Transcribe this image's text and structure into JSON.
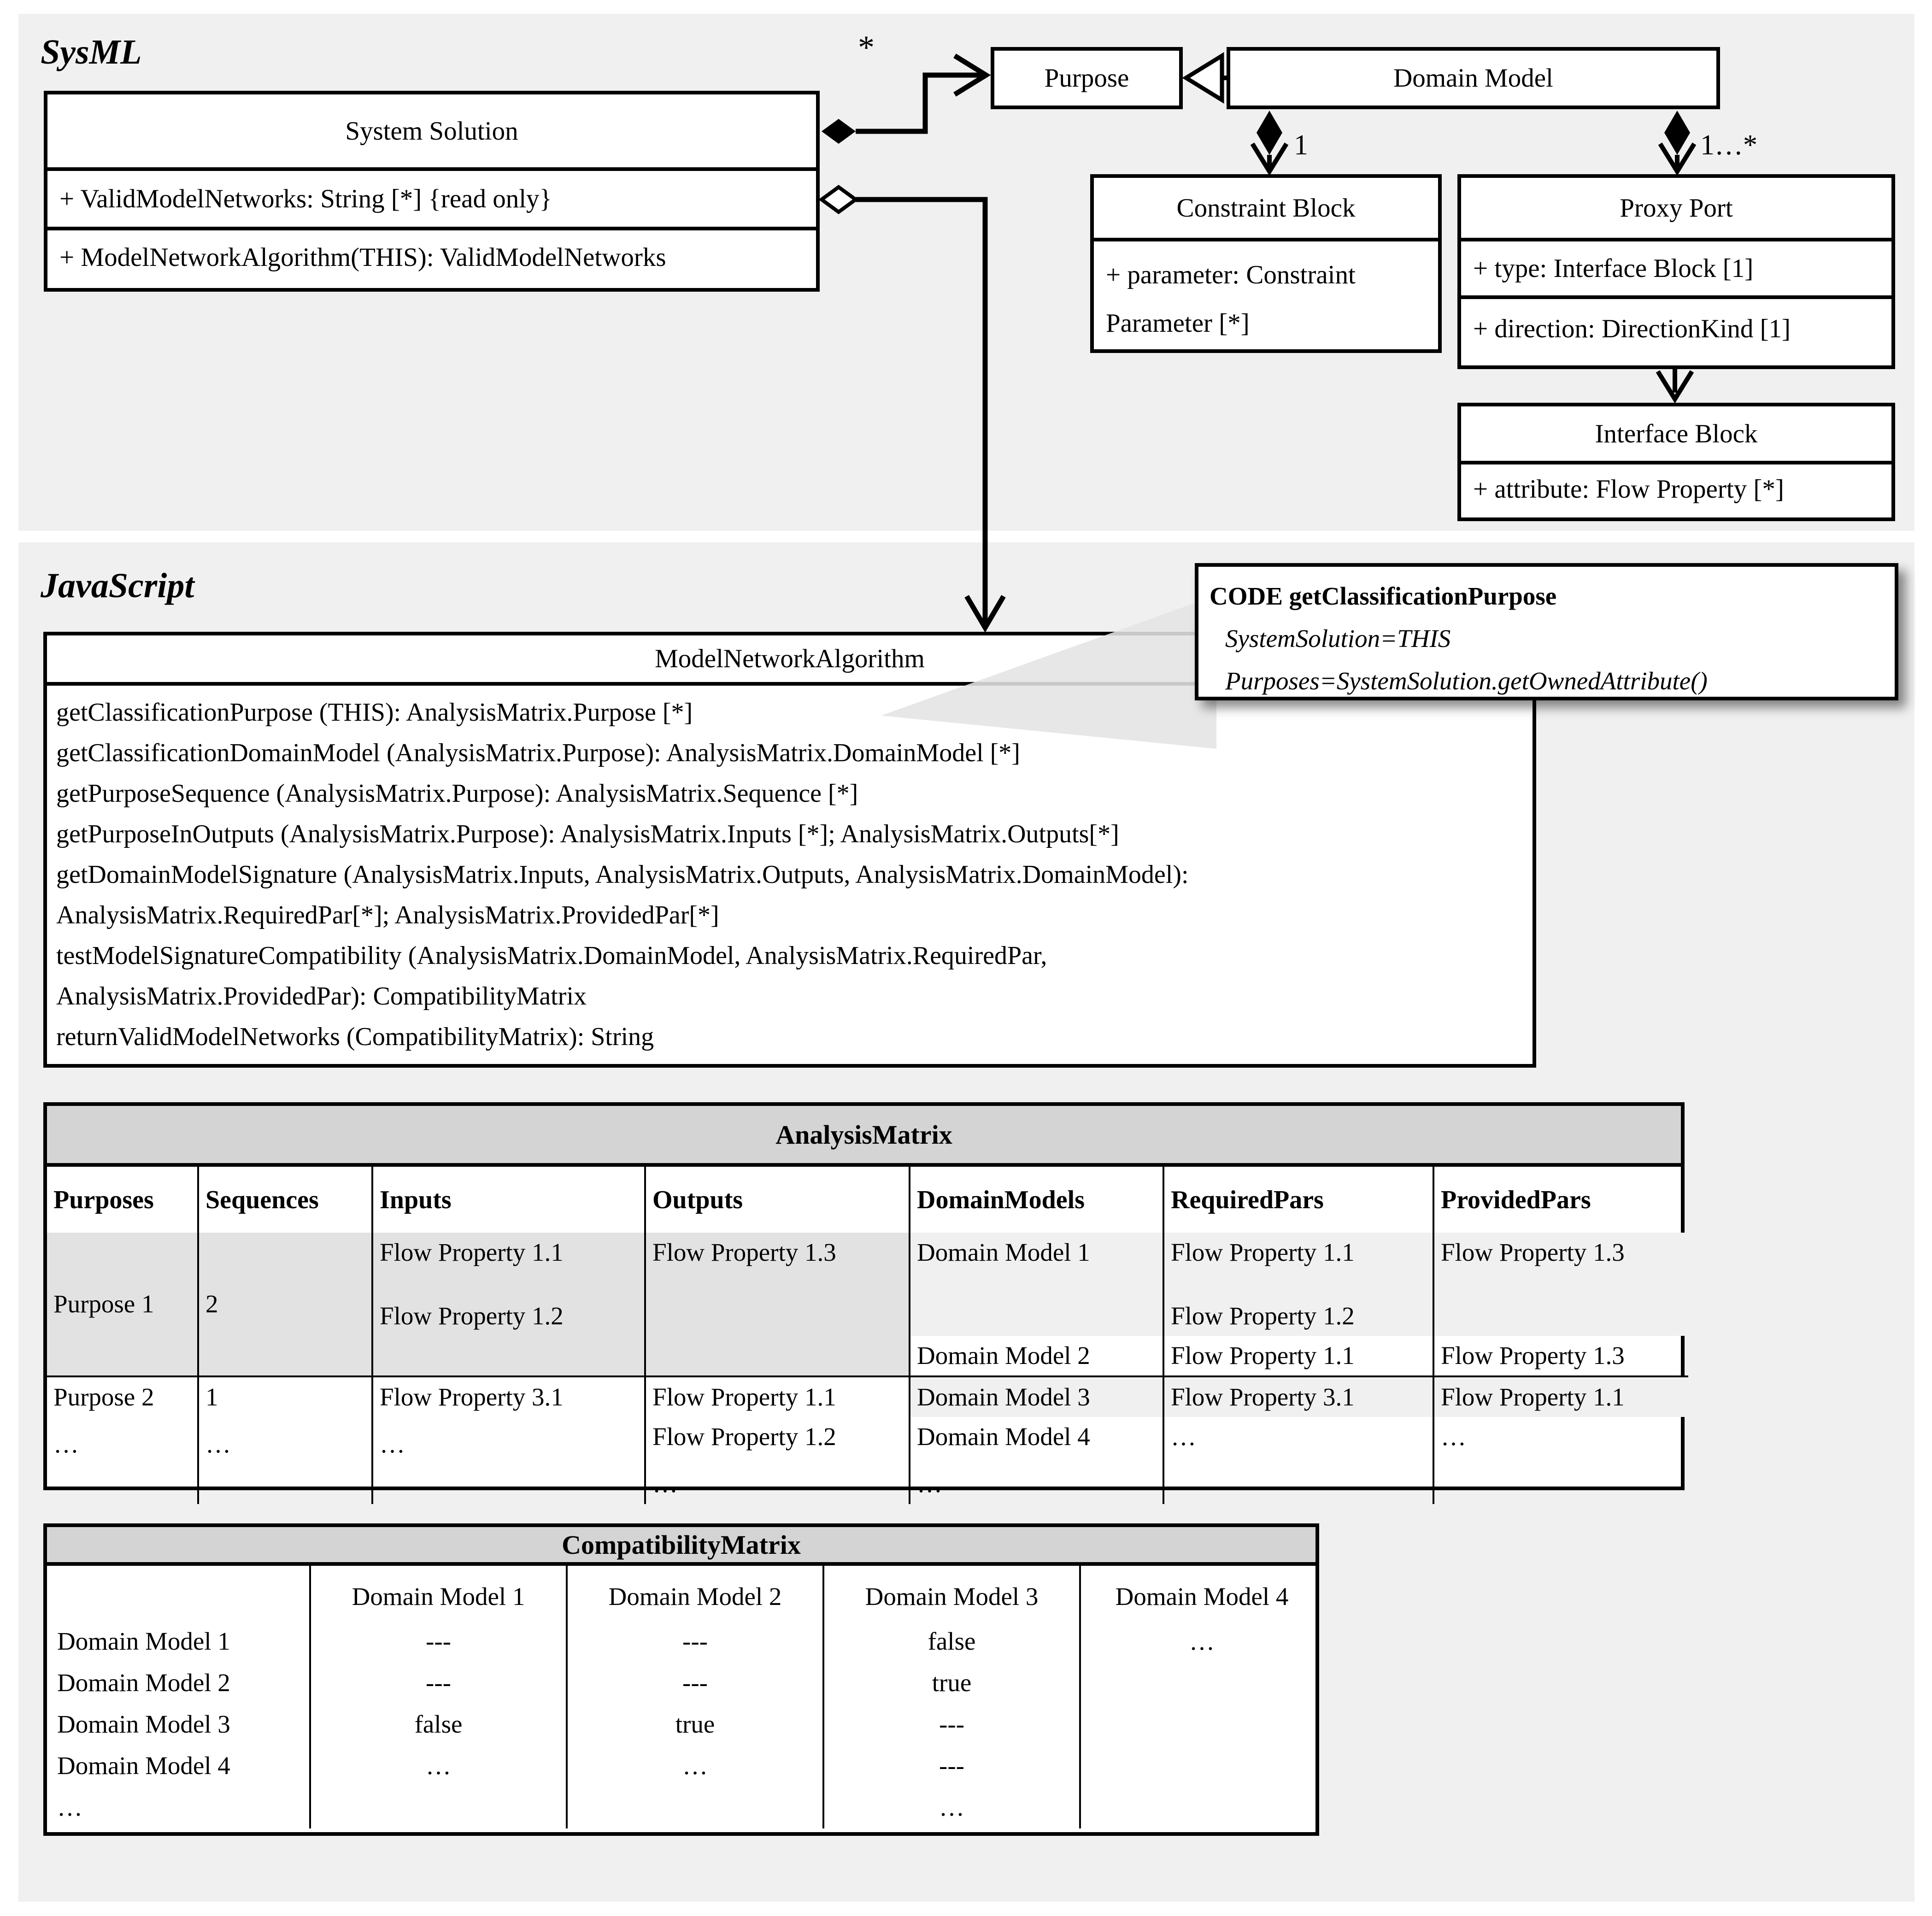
{
  "sections": {
    "sysml": "SysML",
    "javascript": "JavaScript"
  },
  "sysml": {
    "system_solution": {
      "title": "System Solution",
      "attribute": "+ ValidModelNetworks: String [*] {read only}",
      "operation": "+ ModelNetworkAlgorithm(THIS): ValidModelNetworks"
    },
    "purpose": {
      "title": "Purpose"
    },
    "domain_model": {
      "title": "Domain Model"
    },
    "constraint_block": {
      "title": "Constraint Block",
      "attribute_line1": "+ parameter: Constraint",
      "attribute_line2": "Parameter [*]"
    },
    "proxy_port": {
      "title": "Proxy Port",
      "attribute_type": "+ type: Interface Block [1]",
      "attribute_direction": "+ direction: DirectionKind [1]"
    },
    "interface_block": {
      "title": "Interface Block",
      "attribute": "+ attribute: Flow Property [*]"
    },
    "multiplicity": {
      "purpose": "*",
      "constraint_block": "1",
      "proxy_port": "1…*"
    }
  },
  "javascript": {
    "algorithm": {
      "title": "ModelNetworkAlgorithm",
      "methods": [
        "getClassificationPurpose (THIS): AnalysisMatrix.Purpose [*]",
        "getClassificationDomainModel (AnalysisMatrix.Purpose): AnalysisMatrix.DomainModel [*]",
        "getPurposeSequence (AnalysisMatrix.Purpose): AnalysisMatrix.Sequence [*]",
        "getPurposeInOutputs (AnalysisMatrix.Purpose): AnalysisMatrix.Inputs [*]; AnalysisMatrix.Outputs[*]",
        "getDomainModelSignature (AnalysisMatrix.Inputs, AnalysisMatrix.Outputs, AnalysisMatrix.DomainModel):",
        "AnalysisMatrix.RequiredPar[*]; AnalysisMatrix.ProvidedPar[*]",
        "testModelSignatureCompatibility (AnalysisMatrix.DomainModel, AnalysisMatrix.RequiredPar,",
        "AnalysisMatrix.ProvidedPar): CompatibilityMatrix",
        "returnValidModelNetworks (CompatibilityMatrix): String"
      ]
    },
    "code_note": {
      "title": "CODE getClassificationPurpose",
      "lines": [
        "SystemSolution=THIS",
        "Purposes=SystemSolution.getOwnedAttribute()"
      ]
    }
  },
  "analysis_matrix": {
    "title": "AnalysisMatrix",
    "columns": [
      "Purposes",
      "Sequences",
      "Inputs",
      "Outputs",
      "DomainModels",
      "RequiredPars",
      "ProvidedPars"
    ],
    "purpose1": {
      "purpose": "Purpose 1",
      "sequence": "2",
      "inputs": [
        "Flow Property 1.1",
        "Flow Property 1.2"
      ],
      "outputs": "Flow Property 1.3",
      "domain_model_1": {
        "name": "Domain Model 1",
        "required": [
          "Flow Property 1.1",
          "Flow Property 1.2"
        ],
        "provided": "Flow Property 1.3"
      },
      "domain_model_2": {
        "name": "Domain Model 2",
        "required": "Flow Property 1.1",
        "provided": "Flow Property 1.3"
      }
    },
    "purpose2": {
      "purpose": "Purpose 2",
      "sequence": "1",
      "inputs": "Flow Property 3.1",
      "outputs": [
        "Flow Property 1.1",
        "Flow Property 1.2"
      ],
      "domain_model_3": {
        "name": "Domain Model 3",
        "required": "Flow Property 3.1",
        "provided": "Flow Property 1.1"
      },
      "domain_model_4": {
        "name": "Domain Model 4",
        "required": "…",
        "provided": "…"
      },
      "ellipsis": "…"
    }
  },
  "compatibility_matrix": {
    "title": "CompatibilityMatrix",
    "columns": [
      {
        "lines": [
          "",
          "Domain Model 1",
          "Domain Model 2",
          "Domain Model 3",
          "Domain Model 4",
          "…"
        ]
      },
      {
        "lines": [
          "Domain Model 1",
          "---",
          "---",
          "false",
          "…",
          ""
        ]
      },
      {
        "lines": [
          "Domain Model 2",
          "---",
          "---",
          "true",
          "…",
          ""
        ]
      },
      {
        "lines": [
          "Domain Model 3",
          "false",
          "true",
          "---",
          "---",
          "…"
        ]
      },
      {
        "lines": [
          "Domain Model 4",
          "…",
          "",
          "",
          "",
          ""
        ]
      }
    ]
  }
}
